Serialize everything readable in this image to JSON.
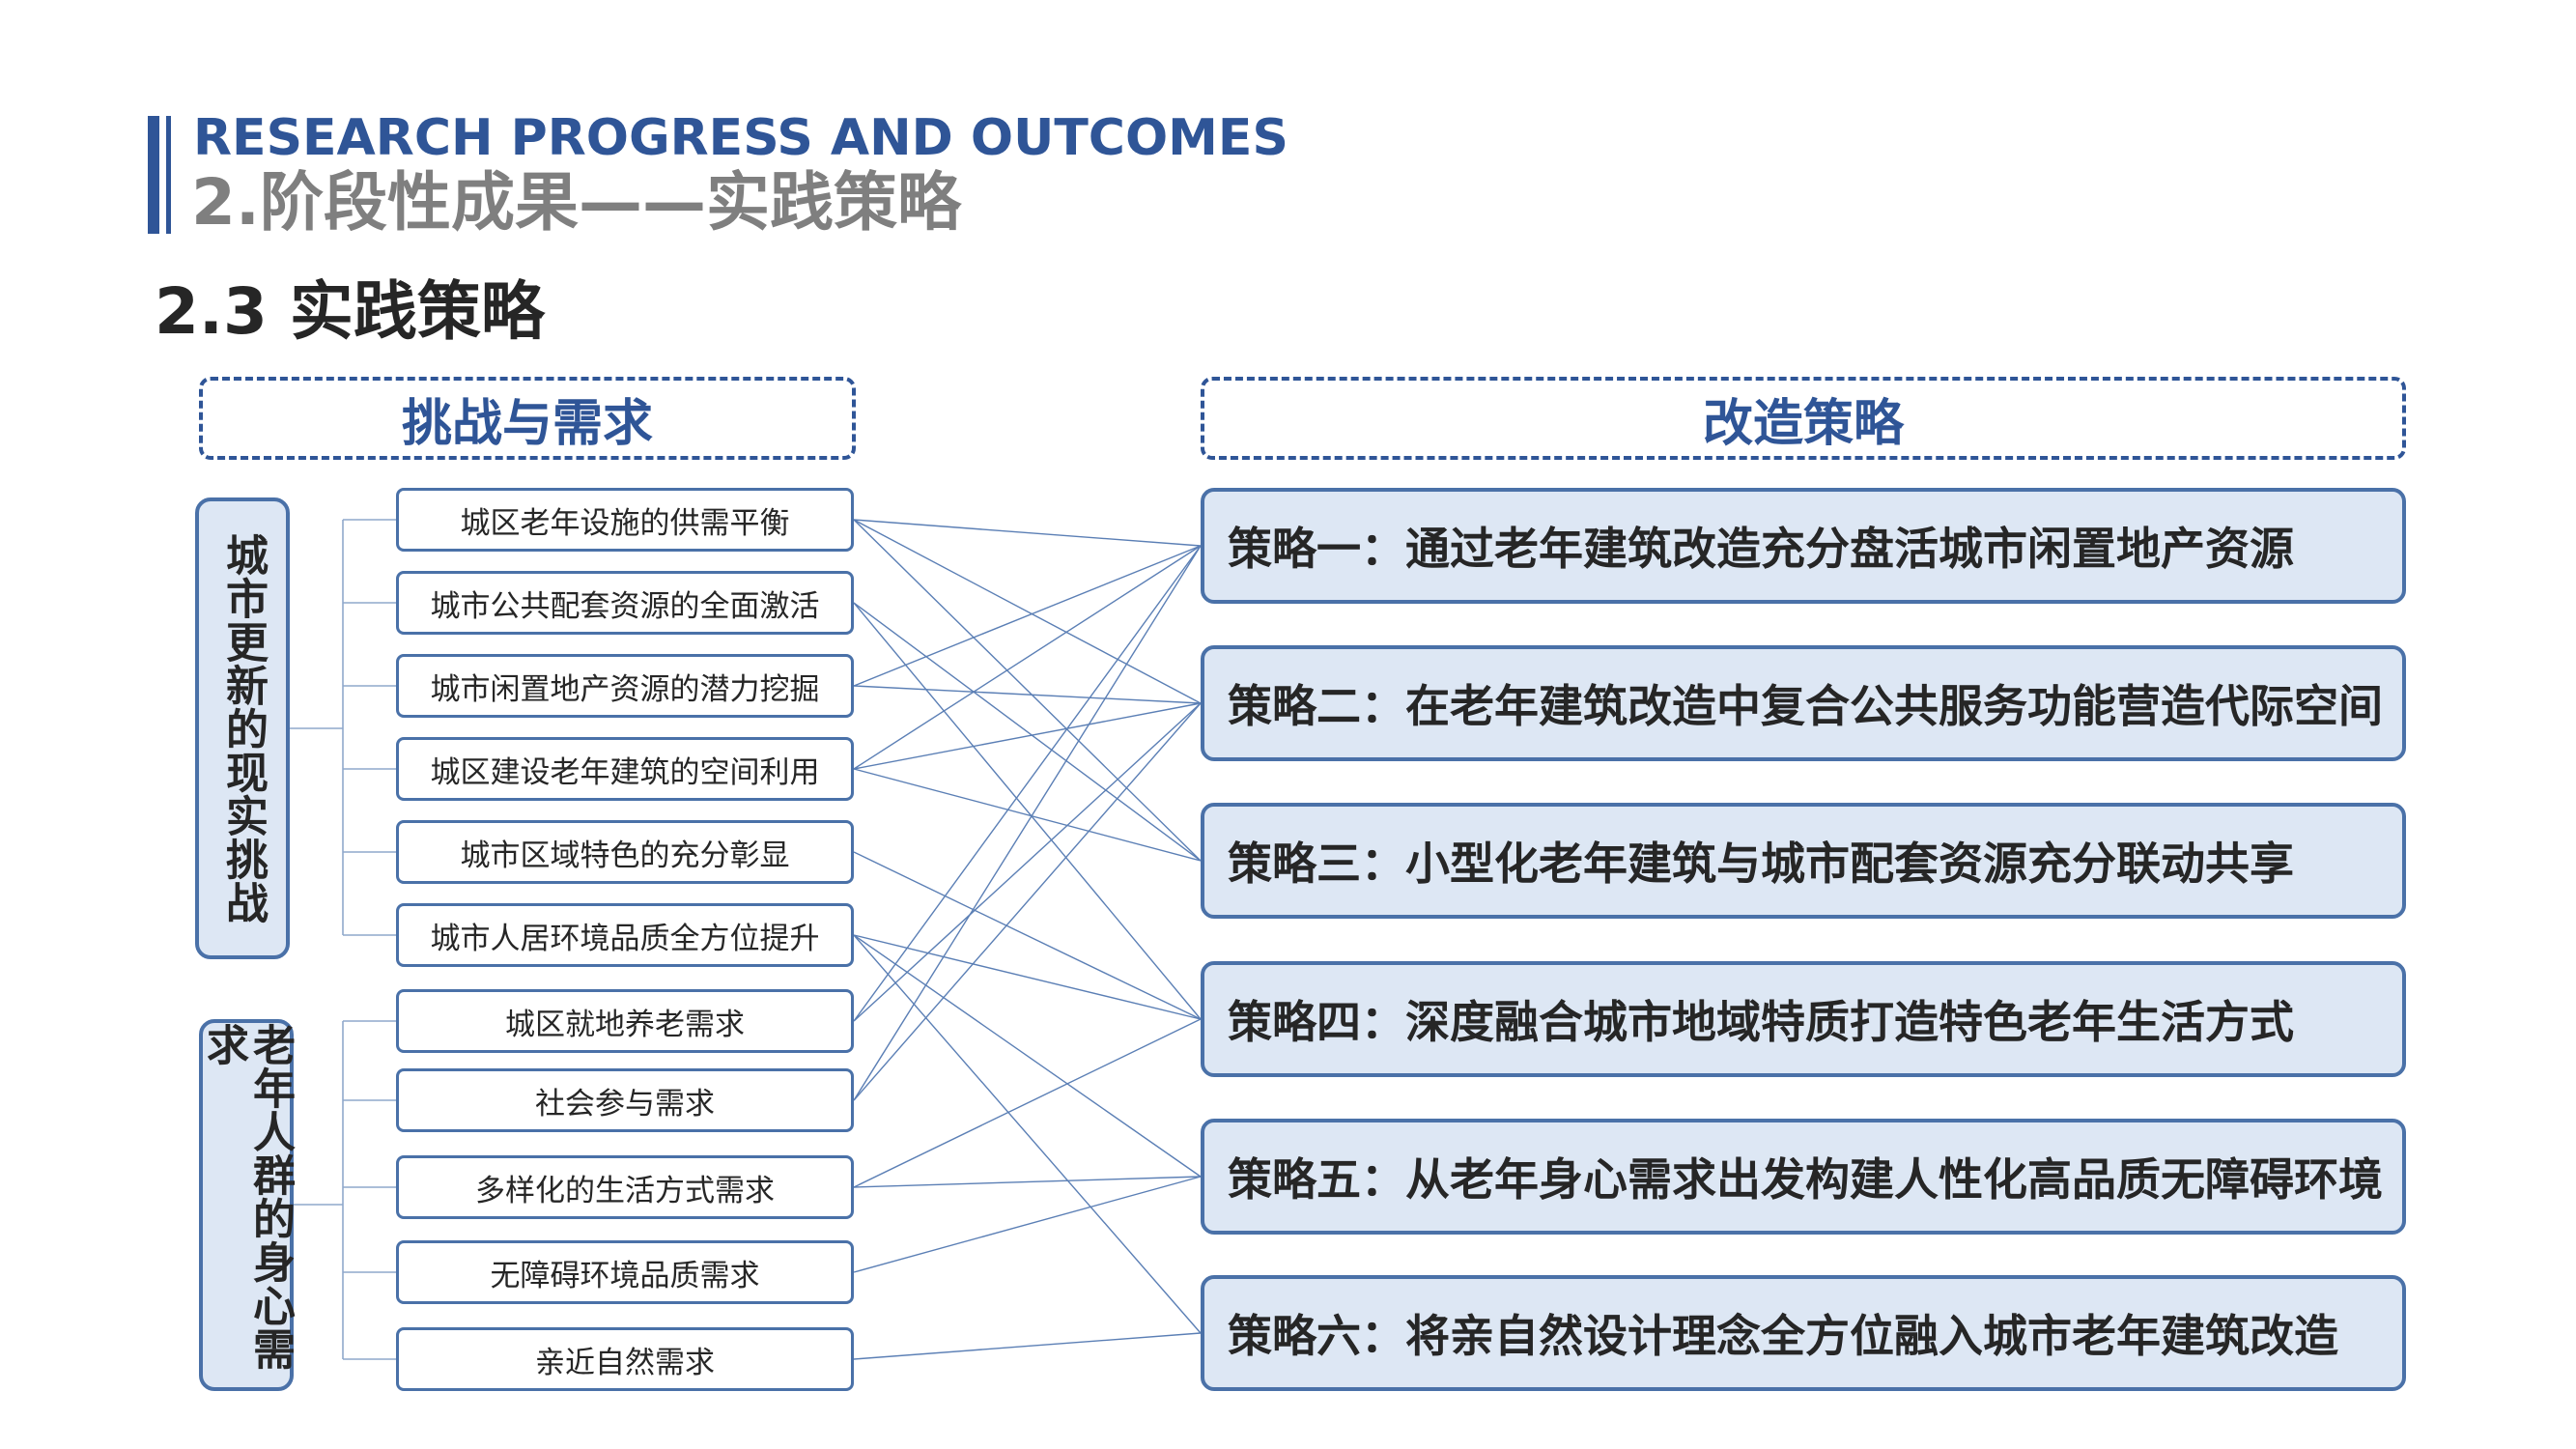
{
  "header": {
    "en_title": "RESEARCH PROGRESS AND OUTCOMES",
    "cn_title": "2.阶段性成果——实践策略",
    "section_title": "2.3 实践策略"
  },
  "diagram": {
    "left_header": "挑战与需求",
    "right_header": "改造策略",
    "categories": [
      {
        "label": "城市更新的现实挑战"
      },
      {
        "label": "老年人群的身心需求"
      }
    ],
    "items": [
      "城区老年设施的供需平衡",
      "城市公共配套资源的全面激活",
      "城市闲置地产资源的潜力挖掘",
      "城区建设老年建筑的空间利用",
      "城市区域特色的充分彰显",
      "城市人居环境品质全方位提升",
      "城区就地养老需求",
      "社会参与需求",
      "多样化的生活方式需求",
      "无障碍环境品质需求",
      "亲近自然需求"
    ],
    "strategies": [
      "策略一：通过老年建筑改造充分盘活城市闲置地产资源",
      "策略二：在老年建筑改造中复合公共服务功能营造代际空间",
      "策略三：小型化老年建筑与城市配套资源充分联动共享",
      "策略四：深度融合城市地域特质打造特色老年生活方式",
      "策略五：从老年身心需求出发构建人性化高品质无障碍环境",
      "策略六：将亲自然设计理念全方位融入城市老年建筑改造"
    ],
    "links": [
      [
        0,
        0
      ],
      [
        0,
        1
      ],
      [
        0,
        2
      ],
      [
        1,
        2
      ],
      [
        1,
        3
      ],
      [
        2,
        0
      ],
      [
        2,
        1
      ],
      [
        3,
        0
      ],
      [
        3,
        1
      ],
      [
        3,
        2
      ],
      [
        4,
        3
      ],
      [
        5,
        3
      ],
      [
        5,
        4
      ],
      [
        5,
        5
      ],
      [
        6,
        0
      ],
      [
        6,
        1
      ],
      [
        7,
        0
      ],
      [
        7,
        1
      ],
      [
        8,
        3
      ],
      [
        8,
        4
      ],
      [
        9,
        4
      ],
      [
        10,
        5
      ]
    ],
    "line_color": "#5B7FB5",
    "accent_color": "#2F5597"
  }
}
